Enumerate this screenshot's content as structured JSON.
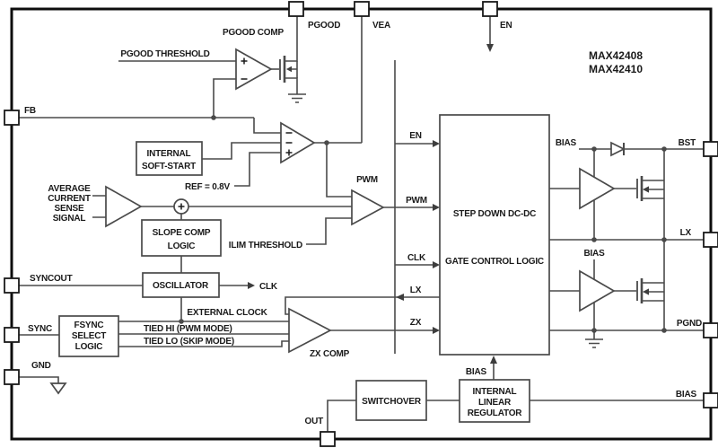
{
  "part_numbers": {
    "line1": "MAX42408",
    "line2": "MAX42410"
  },
  "colors": {
    "wire": "#4a4a4a",
    "text": "#1a1a1a",
    "border": "#0d0d0d",
    "background": "#ffffff"
  },
  "pins": {
    "pgood": "PGOOD",
    "vea": "VEA",
    "en": "EN",
    "fb": "FB",
    "syncout": "SYNCOUT",
    "sync": "SYNC",
    "gnd": "GND",
    "bst": "BST",
    "lx": "LX",
    "pgnd": "PGND",
    "bias": "BIAS",
    "out": "OUT"
  },
  "signals": {
    "en": "EN",
    "pwm": "PWM",
    "clk": "CLK",
    "lx": "LX",
    "zx": "ZX",
    "clk_out": "CLK",
    "bias_top": "BIAS",
    "bias_mid": "BIAS",
    "bias_reg": "BIAS"
  },
  "labels": {
    "pgood_comp": "PGOOD COMP",
    "pgood_threshold": "PGOOD THRESHOLD",
    "ref": "REF = 0.8V",
    "avg_line1": "AVERAGE",
    "avg_line2": "CURRENT",
    "avg_line3": "SENSE",
    "avg_line4": "SIGNAL",
    "ilim_threshold": "ILIM THRESHOLD",
    "pwm_comp": "PWM",
    "external_clock": "EXTERNAL CLOCK",
    "tied_hi": "TIED HI (PWM MODE)",
    "tied_lo": "TIED LO (SKIP MODE)",
    "zx_comp": "ZX COMP"
  },
  "blocks": {
    "soft_start": {
      "line1": "INTERNAL",
      "line2": "SOFT-START"
    },
    "slope_comp": {
      "line1": "SLOPE COMP",
      "line2": "LOGIC"
    },
    "oscillator": {
      "line1": "OSCILLATOR"
    },
    "fsync": {
      "line1": "FSYNC",
      "line2": "SELECT",
      "line3": "LOGIC"
    },
    "gate_control": {
      "line1": "STEP DOWN DC-DC",
      "line2": "GATE CONTROL LOGIC"
    },
    "switchover": {
      "line1": "SWITCHOVER"
    },
    "linear_regulator": {
      "line1": "INTERNAL",
      "line2": "LINEAR",
      "line3": "REGULATOR"
    }
  }
}
